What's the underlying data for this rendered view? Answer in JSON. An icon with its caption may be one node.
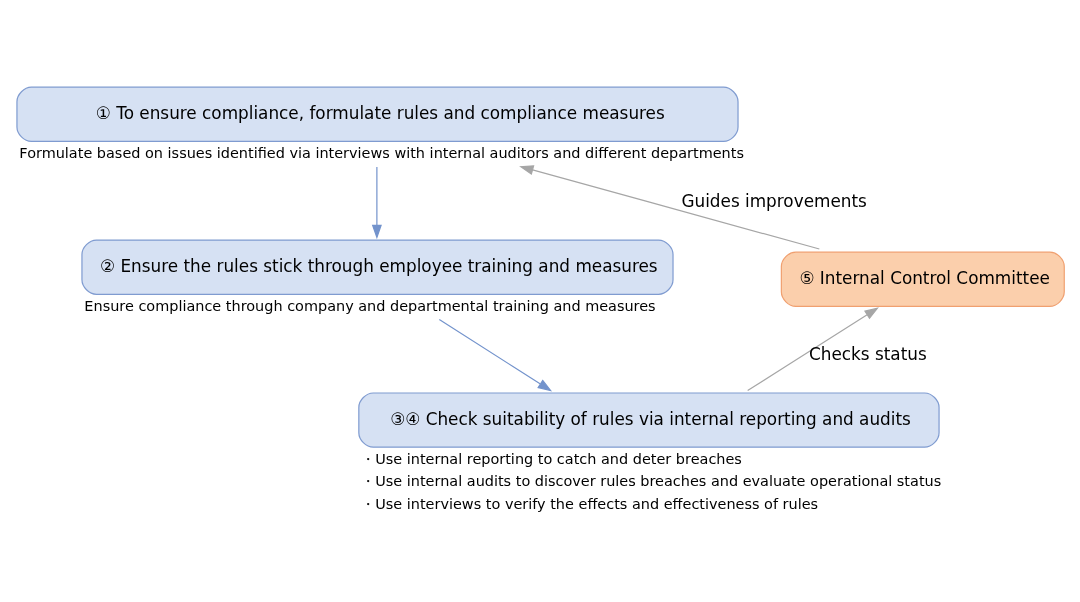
{
  "diagram": {
    "nodes": [
      {
        "text": [
          "① To ensure compliance, formulate rules and compliance measures"
        ],
        "beside": [
          "Formulate based on issues identified via interviews with internal auditors and different departments"
        ]
      },
      {
        "text": [
          "② Ensure the rules stick through employee training and measures"
        ],
        "beside": [
          "Ensure compliance through company and departmental training and measures"
        ]
      },
      {
        "text": [
          "③④ Check suitability of rules via internal reporting and audits"
        ],
        "beside": [
          "・Use internal reporting to catch and deter breaches",
          "・Use internal audits to discover rules breaches and evaluate operational status",
          "・Use interviews to verify the effects and effectiveness of rules"
        ]
      },
      {
        "text": [
          "⑤ Internal Control Committee"
        ]
      }
    ],
    "edges": [
      {
        "from": 0,
        "to": 1,
        "arrow": "to",
        "color": "#7393cc"
      },
      {
        "from": 1,
        "to": 2,
        "arrow": "to",
        "color": "#7393cc"
      },
      {
        "from": 2,
        "to": 3,
        "arrow": "to",
        "label": "Checks status",
        "color": "#a6a6a6"
      },
      {
        "from": 3,
        "to": 0,
        "arrow": "to",
        "label": "Guides improvements",
        "color": "#a6a6a6"
      }
    ]
  }
}
